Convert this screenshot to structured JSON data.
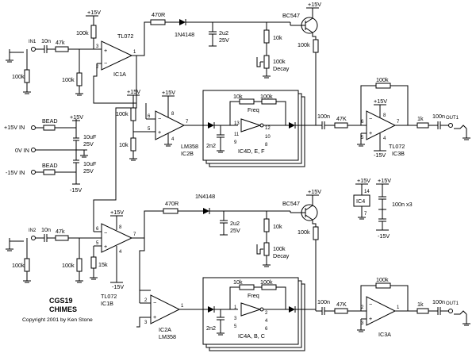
{
  "title": {
    "line1": "CGS19",
    "line2": "CHIMES",
    "copyright": "Copyright 2001 by Ken Stone"
  },
  "rails": {
    "plus15": "+15V",
    "minus15": "-15V"
  },
  "power": {
    "in_plus": "+15V IN",
    "in_zero": "0V IN",
    "in_minus": "-15V IN",
    "bead": "BEAD",
    "cap": "10uF",
    "cap_v": "25V"
  },
  "ch1": {
    "in_label": "IN1",
    "c_in": "10n",
    "r_in": "47k",
    "r_bias": "100k",
    "r_gnd": "100k",
    "r_fb": "100k",
    "ic1a": "TL072",
    "ic1a_id": "IC1A",
    "r_470": "470R",
    "diode": "1N4148",
    "cap_2u2": "2u2",
    "cap_25": "25V",
    "r_10k": "10k",
    "pot": "100k",
    "decay": "Decay",
    "trans": "BC547",
    "r_e": "100k",
    "r_div1": "100k",
    "r_div2": "10k",
    "ic2b": "LM358",
    "ic2b_id": "IC2B",
    "c_2n2": "2n2",
    "osc_r1": "10k",
    "osc_r2": "100k",
    "freq": "Freq",
    "pins": [
      "13",
      "11",
      "9",
      "12",
      "10",
      "8"
    ],
    "ic4": "IC4D, E, F",
    "c_out": "100n",
    "r_47k": "47K",
    "r_out": "1k",
    "c_out2": "100n",
    "out": "OUT1",
    "ic3b": "TL072",
    "ic3b_id": "IC3B",
    "r_fb2": "100k",
    "pins_ic2b": [
      "6",
      "5",
      "7",
      "8",
      "4"
    ],
    "pins_ic1a": [
      "3",
      "2",
      "1"
    ],
    "pins_ic3b": [
      "6",
      "5",
      "7",
      "8",
      "4"
    ]
  },
  "ch2": {
    "in_label": "IN2",
    "c_in": "10n",
    "r_in": "47k",
    "r_gnd": "100k",
    "r_bias": "100k",
    "r_15k": "15k",
    "ic1b": "TL072",
    "ic1b_id": "IC1B",
    "r_470": "470R",
    "diode": "1N4148",
    "cap_2u2": "2u2",
    "cap_25": "25V",
    "r_10k": "10k",
    "pot": "100k",
    "decay": "Decay",
    "trans": "BC547",
    "r_e": "100k",
    "ic2a": "LM358",
    "ic2a_id": "IC2A",
    "c_2n2": "2n2",
    "osc_r1": "10k",
    "osc_r2": "100k",
    "freq": "Freq",
    "pins": [
      "1",
      "3",
      "5",
      "2",
      "4",
      "6"
    ],
    "ic4": "IC4A, B, C",
    "c_out": "100n",
    "r_47k": "47K",
    "r_out": "1k",
    "c_out2": "100n",
    "out": "OUT1",
    "ic3a_id": "IC3A",
    "r_fb2": "100k",
    "pins_ic1b": [
      "5",
      "6",
      "7",
      "8",
      "4"
    ],
    "pins_ic2a": [
      "2",
      "3",
      "1"
    ],
    "pins_ic3a": [
      "2",
      "3",
      "1"
    ]
  },
  "ic4_power": {
    "label": "IC4",
    "pin_top": "14",
    "pin_bot": "7",
    "caps": "100n x3"
  }
}
